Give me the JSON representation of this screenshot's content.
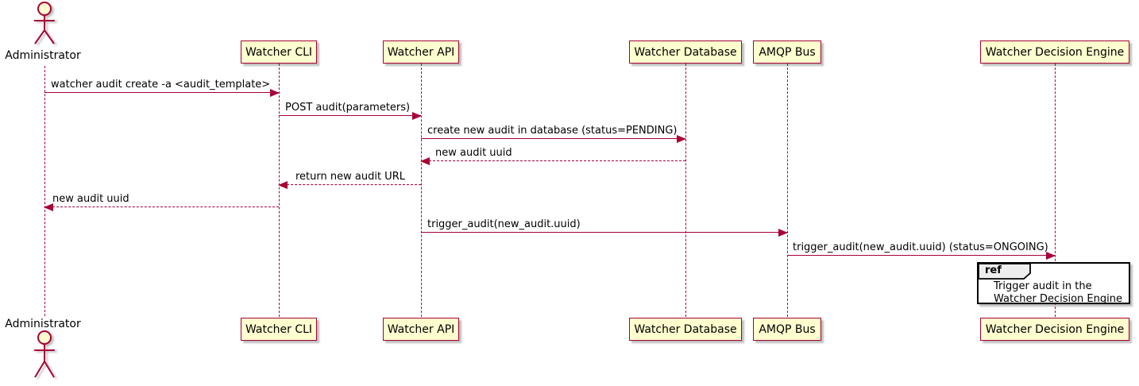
{
  "diagram": {
    "type": "sequence",
    "actor": {
      "name": "Administrator"
    },
    "participants": [
      {
        "name": "Watcher CLI"
      },
      {
        "name": "Watcher API"
      },
      {
        "name": "Watcher Database"
      },
      {
        "name": "AMQP Bus"
      },
      {
        "name": "Watcher Decision Engine"
      }
    ],
    "messages": [
      {
        "from": "Administrator",
        "to": "Watcher CLI",
        "text": "watcher audit create -a <audit_template>",
        "line": "solid"
      },
      {
        "from": "Watcher CLI",
        "to": "Watcher API",
        "text": "POST audit(parameters)",
        "line": "solid"
      },
      {
        "from": "Watcher API",
        "to": "Watcher Database",
        "text": "create new audit in database (status=PENDING)",
        "line": "solid"
      },
      {
        "from": "Watcher Database",
        "to": "Watcher API",
        "text": "new audit uuid",
        "line": "dashed"
      },
      {
        "from": "Watcher API",
        "to": "Watcher CLI",
        "text": "return new audit URL",
        "line": "dashed"
      },
      {
        "from": "Watcher CLI",
        "to": "Administrator",
        "text": "new audit uuid",
        "line": "dashed"
      },
      {
        "from": "Watcher API",
        "to": "AMQP Bus",
        "text": "trigger_audit(new_audit.uuid)",
        "line": "solid"
      },
      {
        "from": "AMQP Bus",
        "to": "Watcher Decision Engine",
        "text": "trigger_audit(new_audit.uuid) (status=ONGOING)",
        "line": "solid"
      }
    ],
    "ref": {
      "keyword": "ref",
      "line1": "Trigger audit in the",
      "line2": "Watcher Decision Engine"
    },
    "colors": {
      "participant_fill": "#FEFECE",
      "border": "#A80036",
      "arrow": "#A80036",
      "ref_border": "#000000",
      "ref_header_fill": "#EEEEEE",
      "text": "#000000"
    }
  }
}
